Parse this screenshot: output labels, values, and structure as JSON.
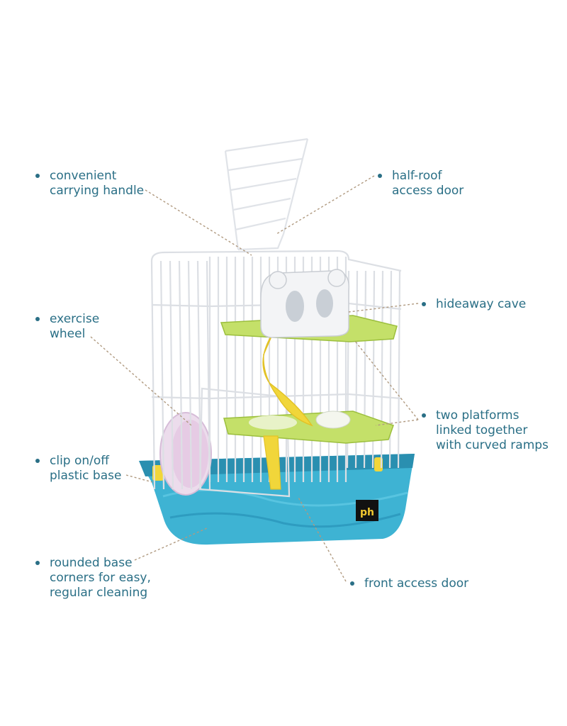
{
  "labels": {
    "handle": [
      "convenient",
      "carrying handle"
    ],
    "roof": [
      "half-roof",
      "access door"
    ],
    "wheel": [
      "exercise",
      "wheel"
    ],
    "cave": [
      "hideaway cave"
    ],
    "platforms": [
      "two platforms",
      "linked together",
      "with curved ramps"
    ],
    "base_clip": [
      "clip on/off",
      "plastic base"
    ],
    "corners": [
      "rounded base",
      "corners for easy,",
      "regular cleaning"
    ],
    "front_door": [
      "front access door"
    ]
  },
  "brand_mark": "ph",
  "colors": {
    "label_text": "#2a6f86",
    "leader_line": "#b09a80",
    "base_blue": "#3eb3d3",
    "base_blue_dark": "#2a8fb0",
    "platform_green": "#c4e069",
    "ramp_yellow": "#f1d63a",
    "wire": "#dcdfe4",
    "wheel_pink": "#e6cbe4"
  }
}
